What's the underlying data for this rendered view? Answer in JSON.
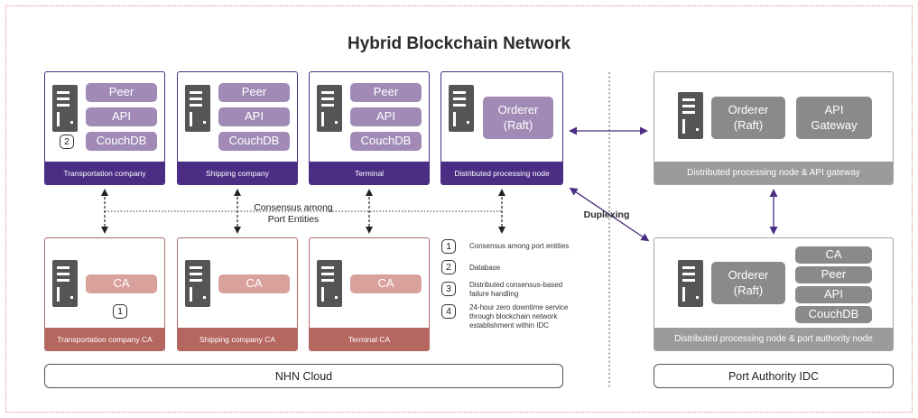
{
  "title": "Hybrid Blockchain Network",
  "colors": {
    "purple": "#4b2d83",
    "light_purple": "#a18bb6",
    "red": "#b5675f",
    "light_red": "#d8a19b",
    "gray": "#9b9b9b",
    "dark_gray": "#8a8a8a"
  },
  "peer_nodes": [
    {
      "label": "Transportation company",
      "services": [
        "Peer",
        "API",
        "CouchDB"
      ],
      "badge": "2"
    },
    {
      "label": "Shipping company",
      "services": [
        "Peer",
        "API",
        "CouchDB"
      ]
    },
    {
      "label": "Terminal",
      "services": [
        "Peer",
        "API",
        "CouchDB"
      ]
    }
  ],
  "orderer_node": {
    "label": "Distributed processing node",
    "service": "Orderer\n(Raft)"
  },
  "ca_nodes": [
    {
      "label": "Transportation company CA",
      "service": "CA",
      "badge": "1"
    },
    {
      "label": "Shipping company CA",
      "service": "CA"
    },
    {
      "label": "Terminal CA",
      "service": "CA"
    }
  ],
  "consensus_label": "Consensus among\nPort Entities",
  "duplexing_label": "Duplexing",
  "legend": [
    {
      "num": "1",
      "text": "Consensus among port entities"
    },
    {
      "num": "2",
      "text": "Database"
    },
    {
      "num": "3",
      "text": "Distributed consensus-based\nfailure handling"
    },
    {
      "num": "4",
      "text": "24-hour zero downtime service\nthrough blockchain network\nestablishment within IDC"
    }
  ],
  "gateway_node": {
    "label": "Distributed processing node & API gateway",
    "orderer": "Orderer\n(Raft)",
    "gateway": "API\nGateway"
  },
  "authority_node": {
    "label": "Distributed processing node & port authority node",
    "orderer": "Orderer\n(Raft)",
    "services": [
      "CA",
      "Peer",
      "API",
      "CouchDB"
    ]
  },
  "clouds": {
    "nhn": "NHN Cloud",
    "idc": "Port Authority IDC"
  }
}
